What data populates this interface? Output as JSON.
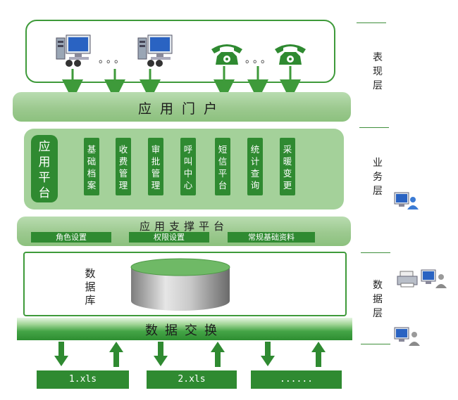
{
  "layers": {
    "presentation": "表现层",
    "business": "业务层",
    "data": "数据层"
  },
  "presentation": {
    "ellipsis_1": "。。。",
    "ellipsis_2": "。。。"
  },
  "portal": {
    "title": "应用门户"
  },
  "business": {
    "main": "应用平台",
    "modules": [
      "基础档案",
      "收费管理",
      "审批管理",
      "呼叫中心",
      "短信平台",
      "统计查询",
      "采暖变更"
    ]
  },
  "support": {
    "title": "应用支撑平台",
    "items": [
      "角色设置",
      "权限设置",
      "常规基础资料"
    ]
  },
  "database": {
    "label": "数据库"
  },
  "exchange": {
    "title": "数据交换"
  },
  "files": [
    "1.xls",
    "2.xls",
    "......"
  ],
  "colors": {
    "dark_green": "#2f8a31",
    "light_green": "#a4d19a",
    "line_green": "#3e9a3a"
  },
  "icons": [
    "computer-icon",
    "telephone-icon",
    "network-computer-icon",
    "printer-icon",
    "arrow-down-icon",
    "arrow-up-icon"
  ]
}
